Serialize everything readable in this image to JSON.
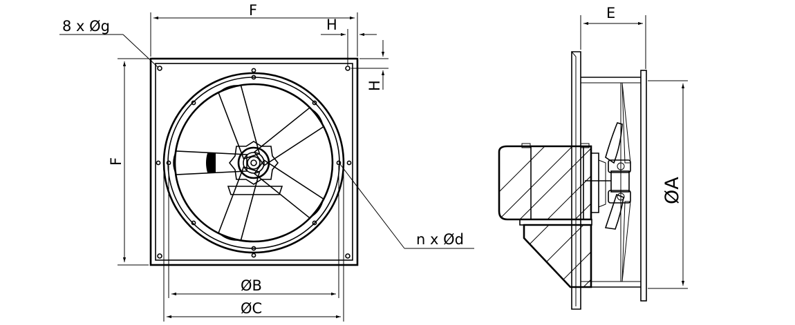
{
  "front_view": {
    "labels": {
      "width": "F",
      "height": "F",
      "bolt_holes": "8 x Øg",
      "offset_top": "H",
      "offset_side": "H",
      "diameter_b": "ØB",
      "diameter_c": "ØC",
      "mounting_holes": "n x Ød"
    }
  },
  "side_view": {
    "labels": {
      "depth": "E",
      "diameter_a": "ØA"
    }
  },
  "colors": {
    "line": "#000000",
    "background": "#ffffff"
  }
}
